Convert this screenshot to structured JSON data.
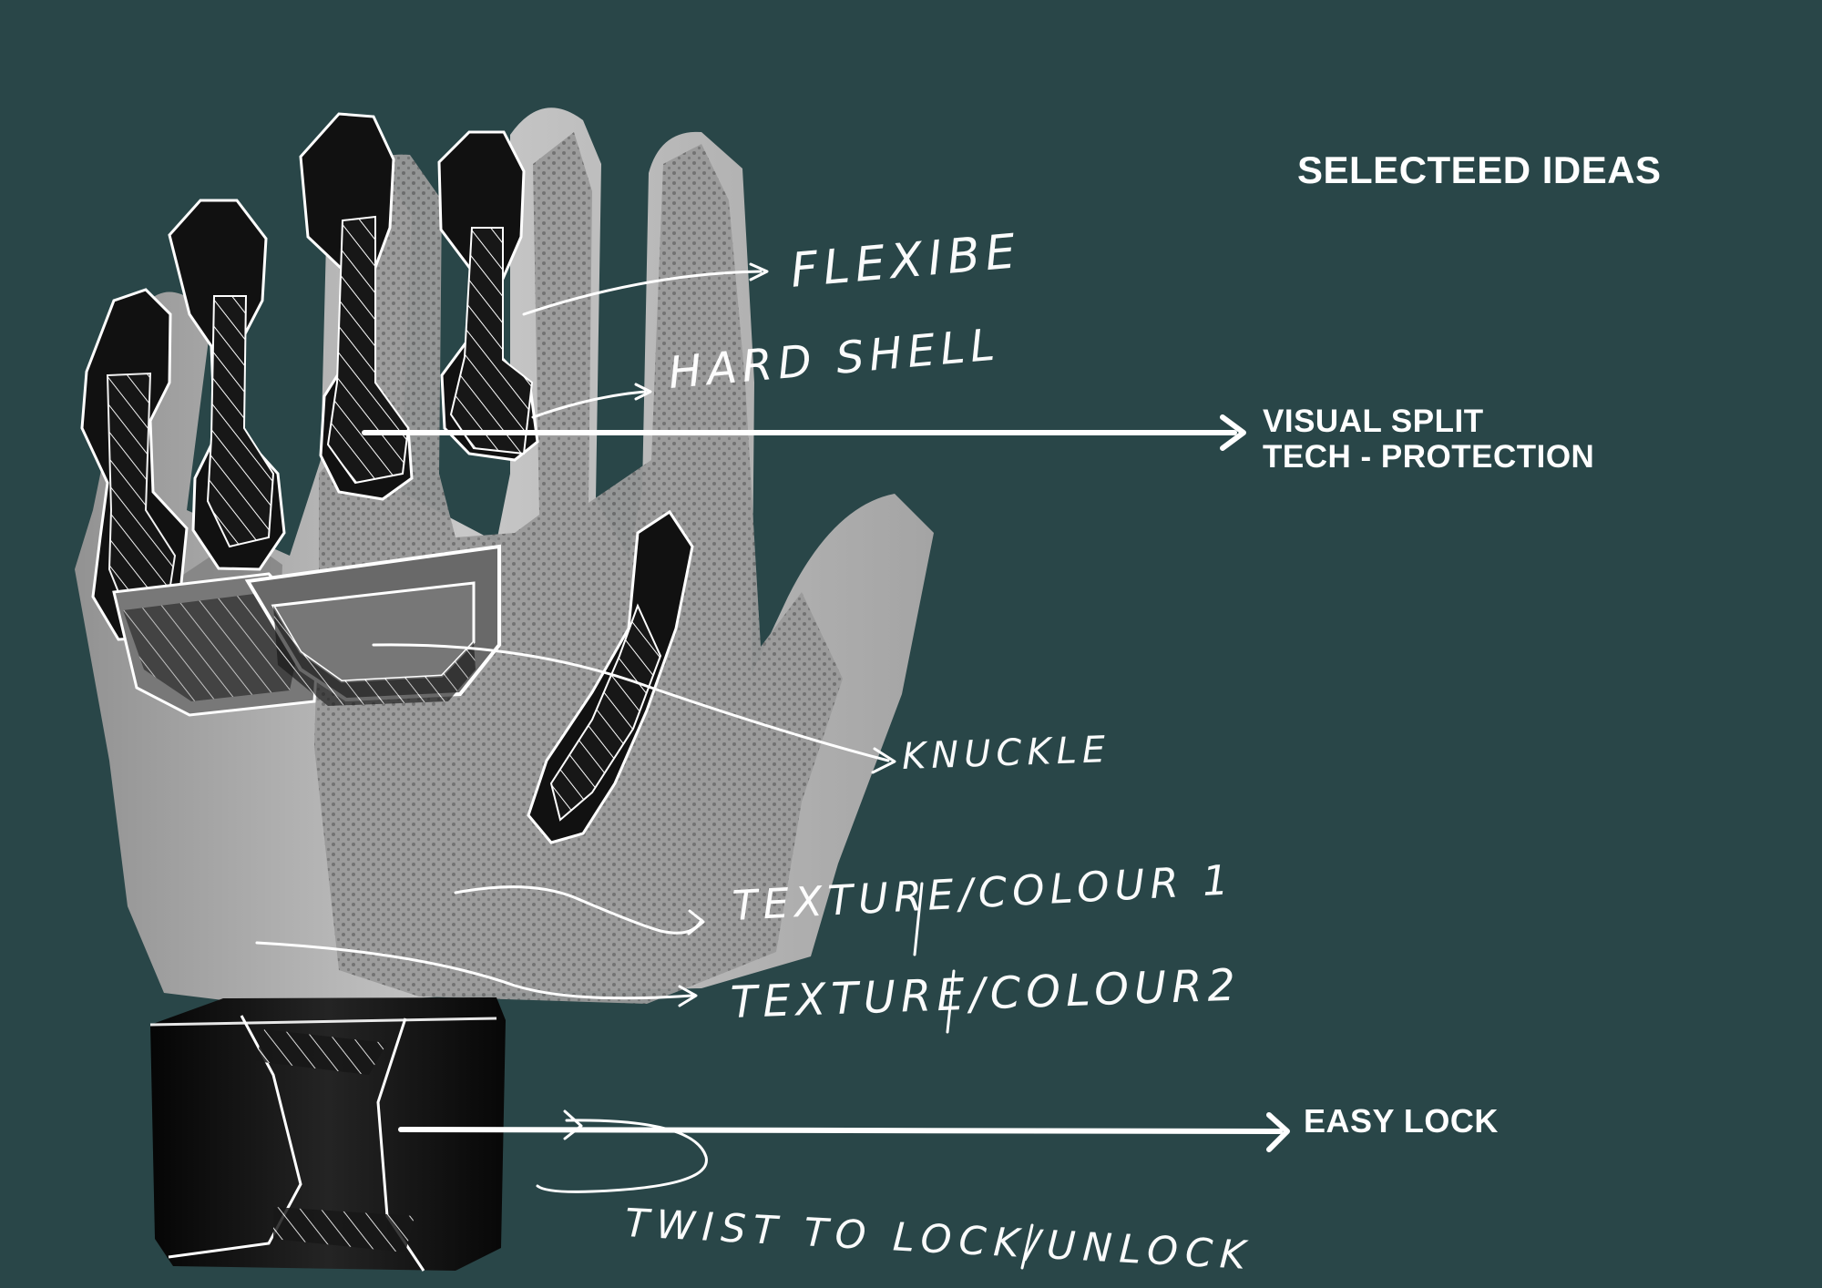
{
  "labels": {
    "title": "SELECTEED IDEAS",
    "visual_split_line1": "VISUAL SPLIT",
    "visual_split_line2": "TECH - PROTECTION",
    "easy_lock": "EASY LOCK"
  },
  "handwritten_notes": {
    "flexibe": "FLEXIBE",
    "hard_shell": "HARD SHELL",
    "knuckle": "KNUCKLE",
    "texture_colour_1": "TEXTURE/COLOUR 1",
    "texture_colour_2": "TEXTURE/COLOUR2",
    "twist": "TWIST TO LOCK/UNLOCK"
  },
  "colors": {
    "background": "#294648",
    "glove_grey": "#a9a9a9",
    "mesh_grey": "#8d8d8d",
    "black_shell": "#111111",
    "line_white": "#ffffff"
  }
}
